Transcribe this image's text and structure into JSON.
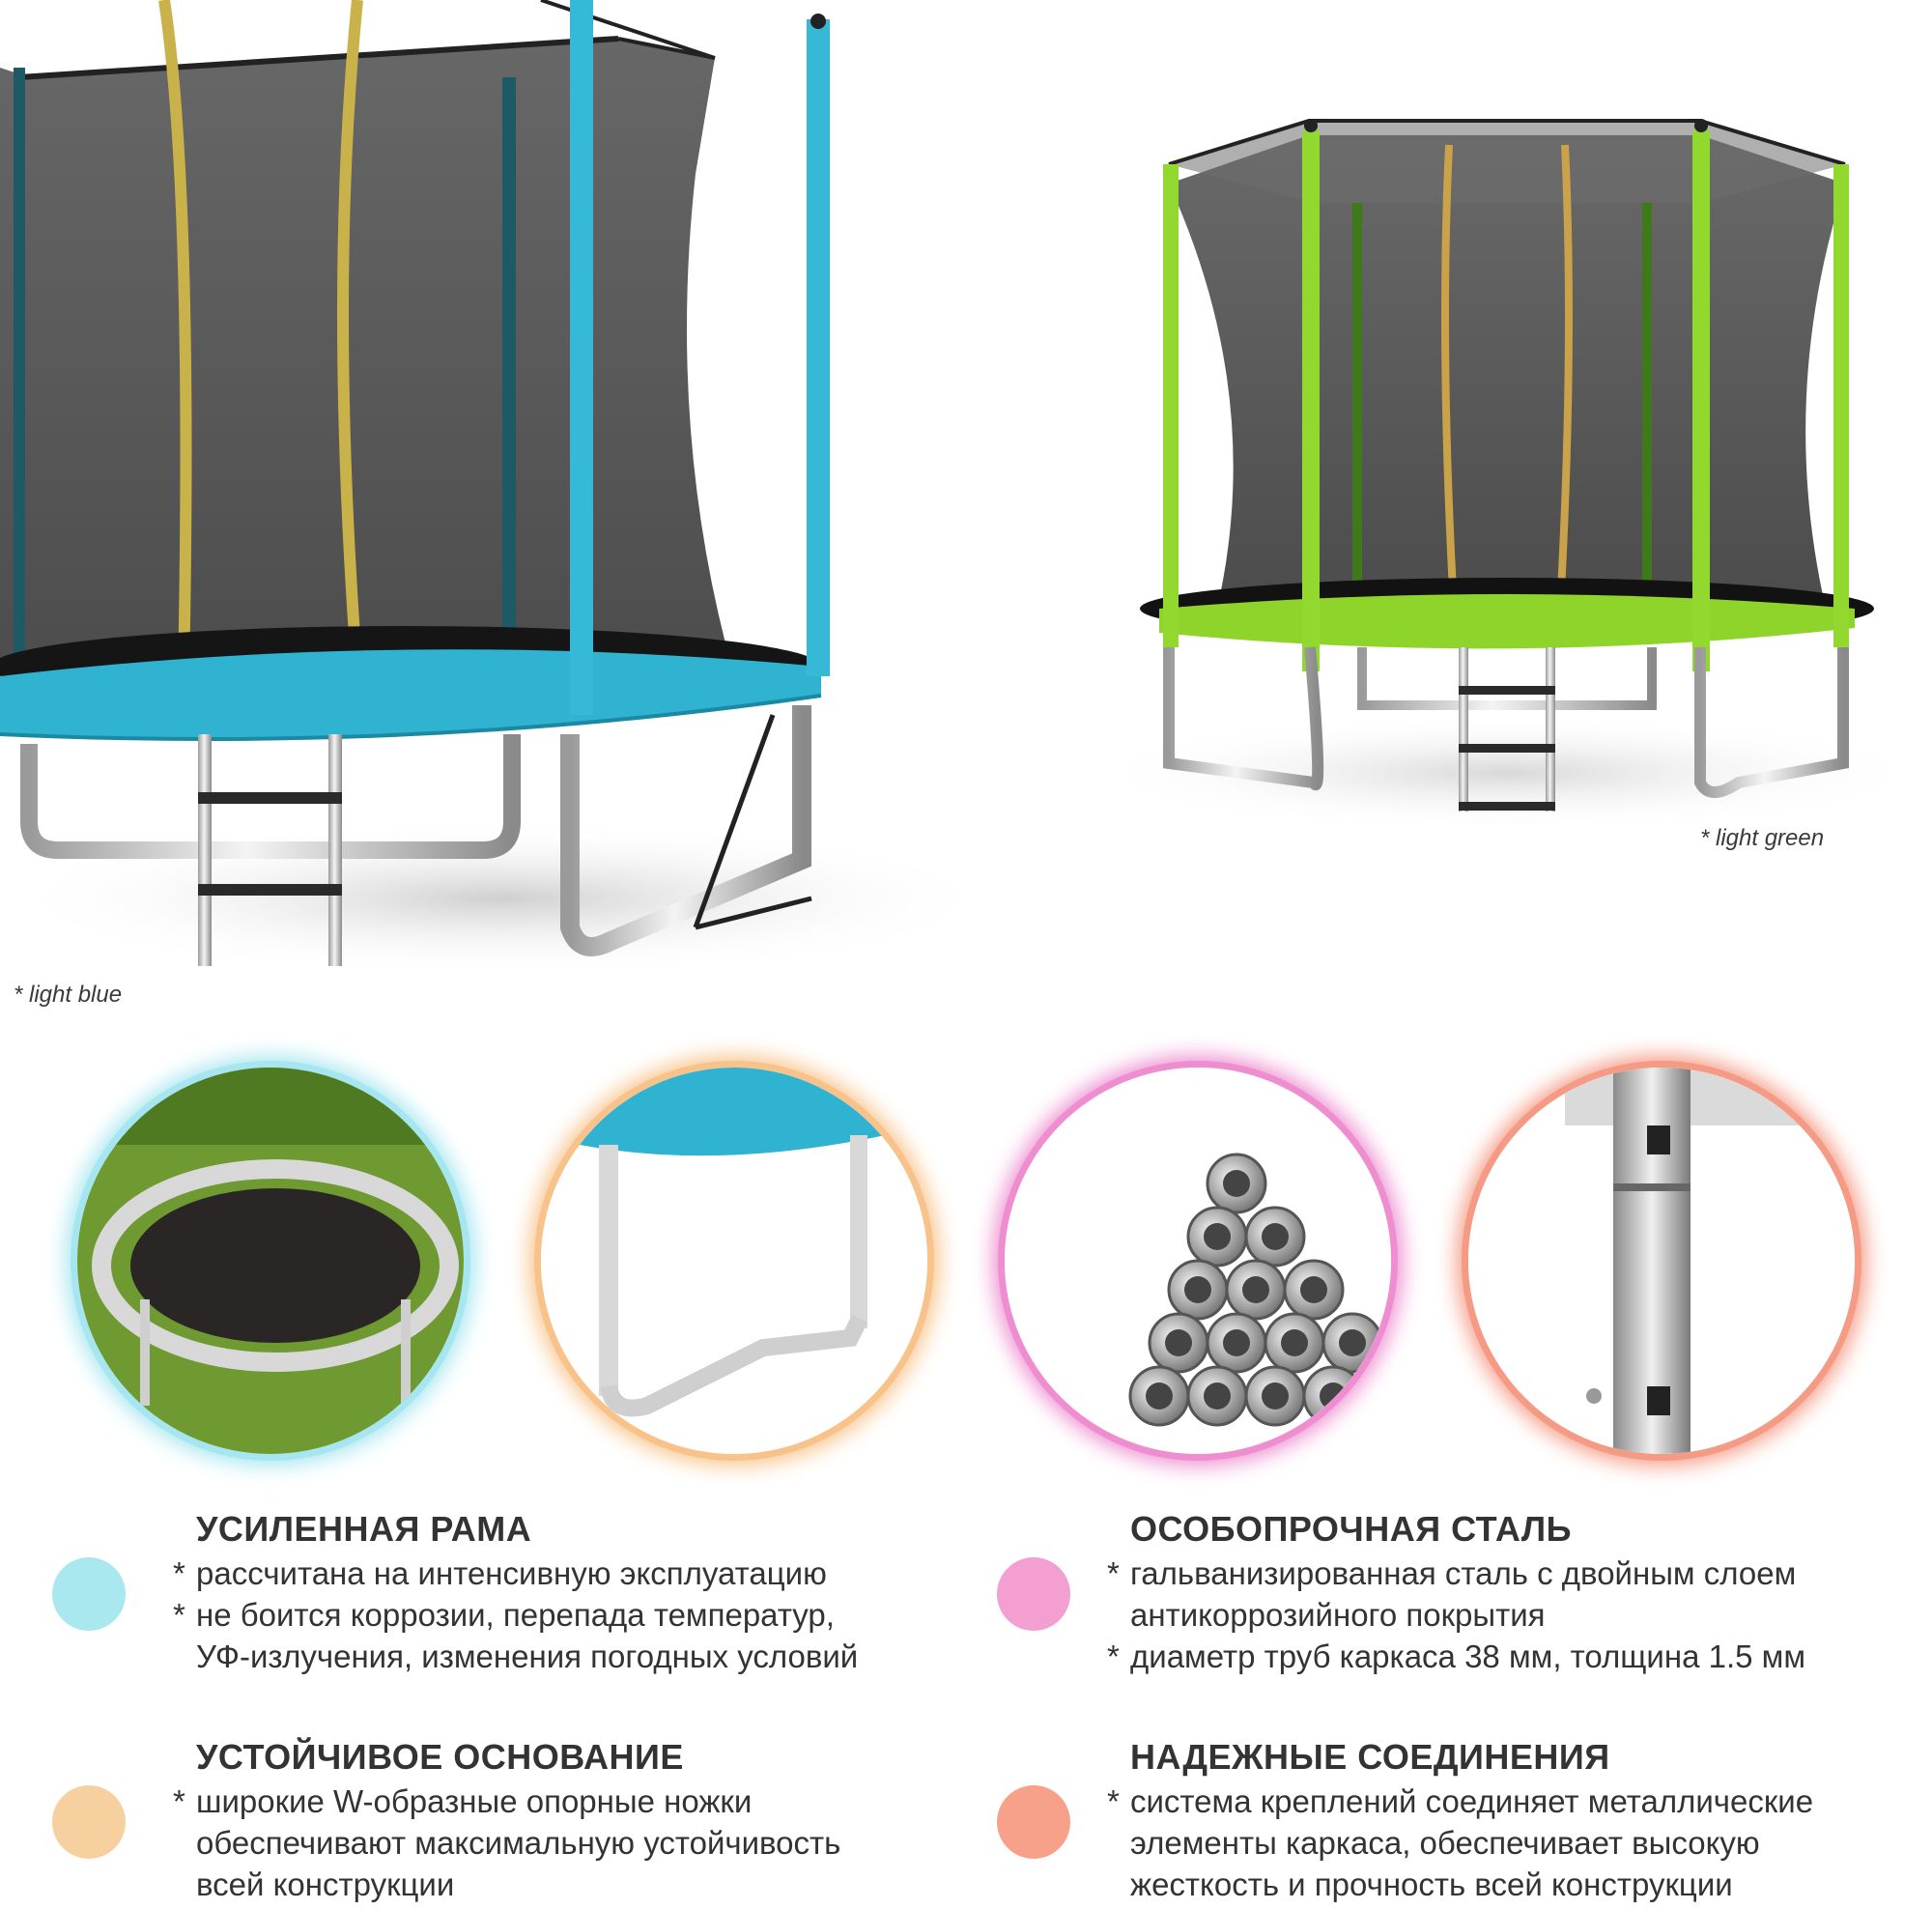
{
  "products": [
    {
      "caption": "* light blue",
      "accent": "#2fb3d0"
    },
    {
      "caption": "* light green",
      "accent": "#8fd42a"
    }
  ],
  "detail_circles": [
    {
      "glow": "#a6e6f0",
      "subject": "trampoline-on-grass"
    },
    {
      "glow": "#f8c38a",
      "subject": "w-leg-closeup"
    },
    {
      "glow": "#ee8ed0",
      "subject": "steel-tubes-stack"
    },
    {
      "glow": "#f59a84",
      "subject": "pole-connector-closeup"
    }
  ],
  "features": [
    {
      "dot_color": "#a8e8ee",
      "title": "УСИЛЕННАЯ РАМА",
      "bullets": [
        {
          "star": "*",
          "lines": [
            "рассчитана на интенсивную эксплуатацию"
          ]
        },
        {
          "star": "*",
          "lines": [
            "не боится коррозии, перепада температур,",
            "УФ-излучения, изменения погодных условий"
          ]
        }
      ]
    },
    {
      "dot_color": "#f7d0a0",
      "title": "УСТОЙЧИВОЕ ОСНОВАНИЕ",
      "bullets": [
        {
          "star": "*",
          "lines": [
            "широкие W-образные опорные ножки",
            "обеспечивают максимальную устойчивость",
            "всей конструкции"
          ]
        }
      ]
    },
    {
      "dot_color": "#f39fd2",
      "title": "ОСОБОПРОЧНАЯ СТАЛЬ",
      "bullets": [
        {
          "star": "*",
          "lines": [
            "гальванизированная сталь с двойным слоем",
            "антикоррозийного покрытия"
          ]
        },
        {
          "star": "*",
          "lines": [
            "диаметр труб каркаса 38 мм, толщина 1.5 мм"
          ]
        }
      ]
    },
    {
      "dot_color": "#f7a18a",
      "title": "НАДЕЖНЫЕ СОЕДИНЕНИЯ",
      "bullets": [
        {
          "star": "*",
          "lines": [
            "система креплений соединяет металлические",
            "элементы каркаса, обеспечивает высокую",
            "жесткость и прочность всей конструкции"
          ]
        }
      ]
    }
  ]
}
